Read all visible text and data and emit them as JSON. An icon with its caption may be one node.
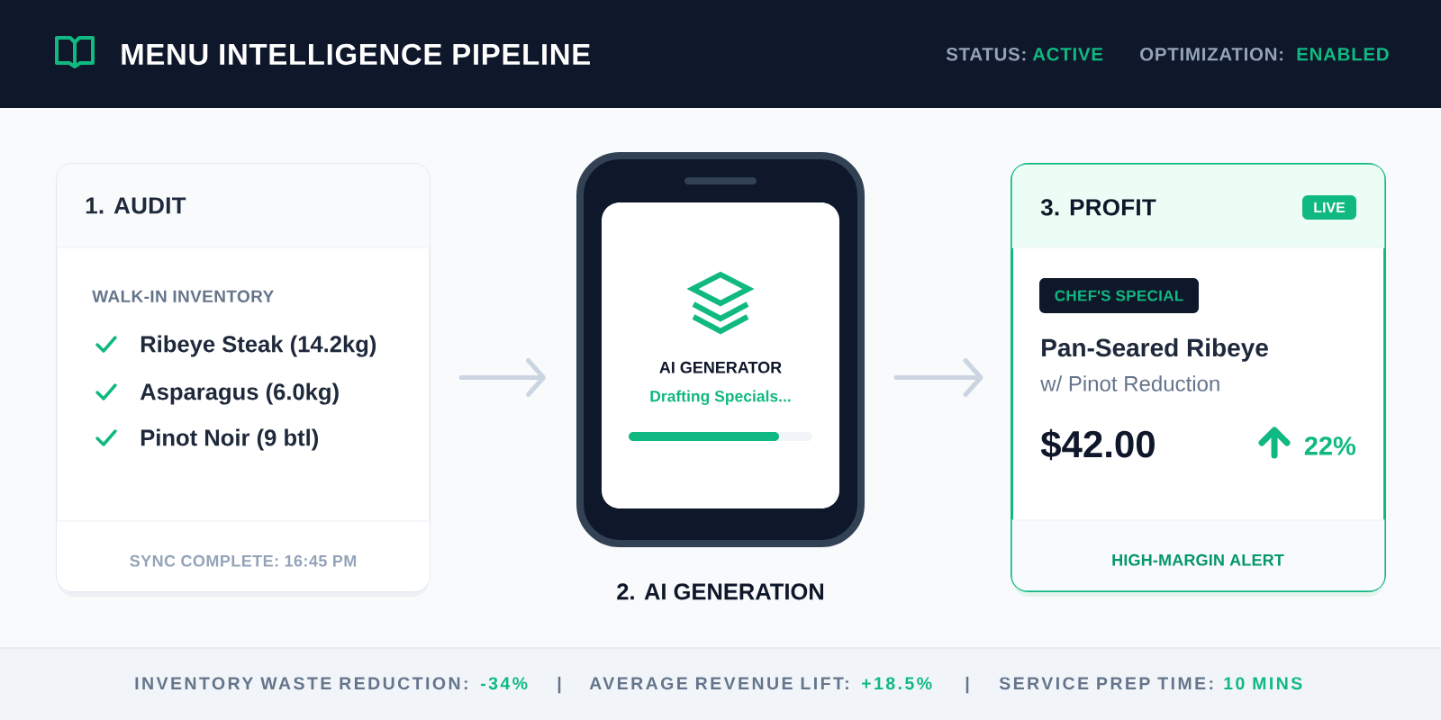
{
  "diagram": {
    "title": "MENU INTELLIGENCE PIPELINE",
    "nodes": [
      {
        "text": [
          "1. AUDIT",
          "WALK-IN INVENTORY",
          "Ribeye Steak (14.2kg)",
          "Asparagus (6.0kg)",
          "Pinot Noir (9 btl)",
          "SYNC COMPLETE: 16:45 PM"
        ]
      },
      {
        "text": [
          "AI GENERATOR",
          "Drafting Specials..."
        ],
        "beside": [
          "2. AI GENERATION"
        ]
      },
      {
        "text": [
          "3. PROFIT",
          "Pan-Seared Ribeye",
          "w/ Pinot Reduction",
          "$42.00",
          "22%",
          "HIGH-MARGIN ALERT"
        ]
      },
      {
        "text": [
          "LIVE"
        ],
        "in": 2
      },
      {
        "text": [
          "CHEF'S SPECIAL"
        ],
        "in": 2
      }
    ],
    "edges": [
      {
        "from": 0,
        "to": 1,
        "arrow": "to"
      },
      {
        "from": 1,
        "to": 2,
        "arrow": "to"
      }
    ],
    "labels": [
      "STATUS:",
      "ACTIVE",
      "OPTIMIZATION:",
      "ENABLED",
      "INVENTORY WASTE REDUCTION:",
      "-34%",
      "|",
      "AVERAGE REVENUE LIFT:",
      "+18.5%",
      "|",
      "SERVICE PREP TIME:",
      "10 MINS"
    ]
  }
}
